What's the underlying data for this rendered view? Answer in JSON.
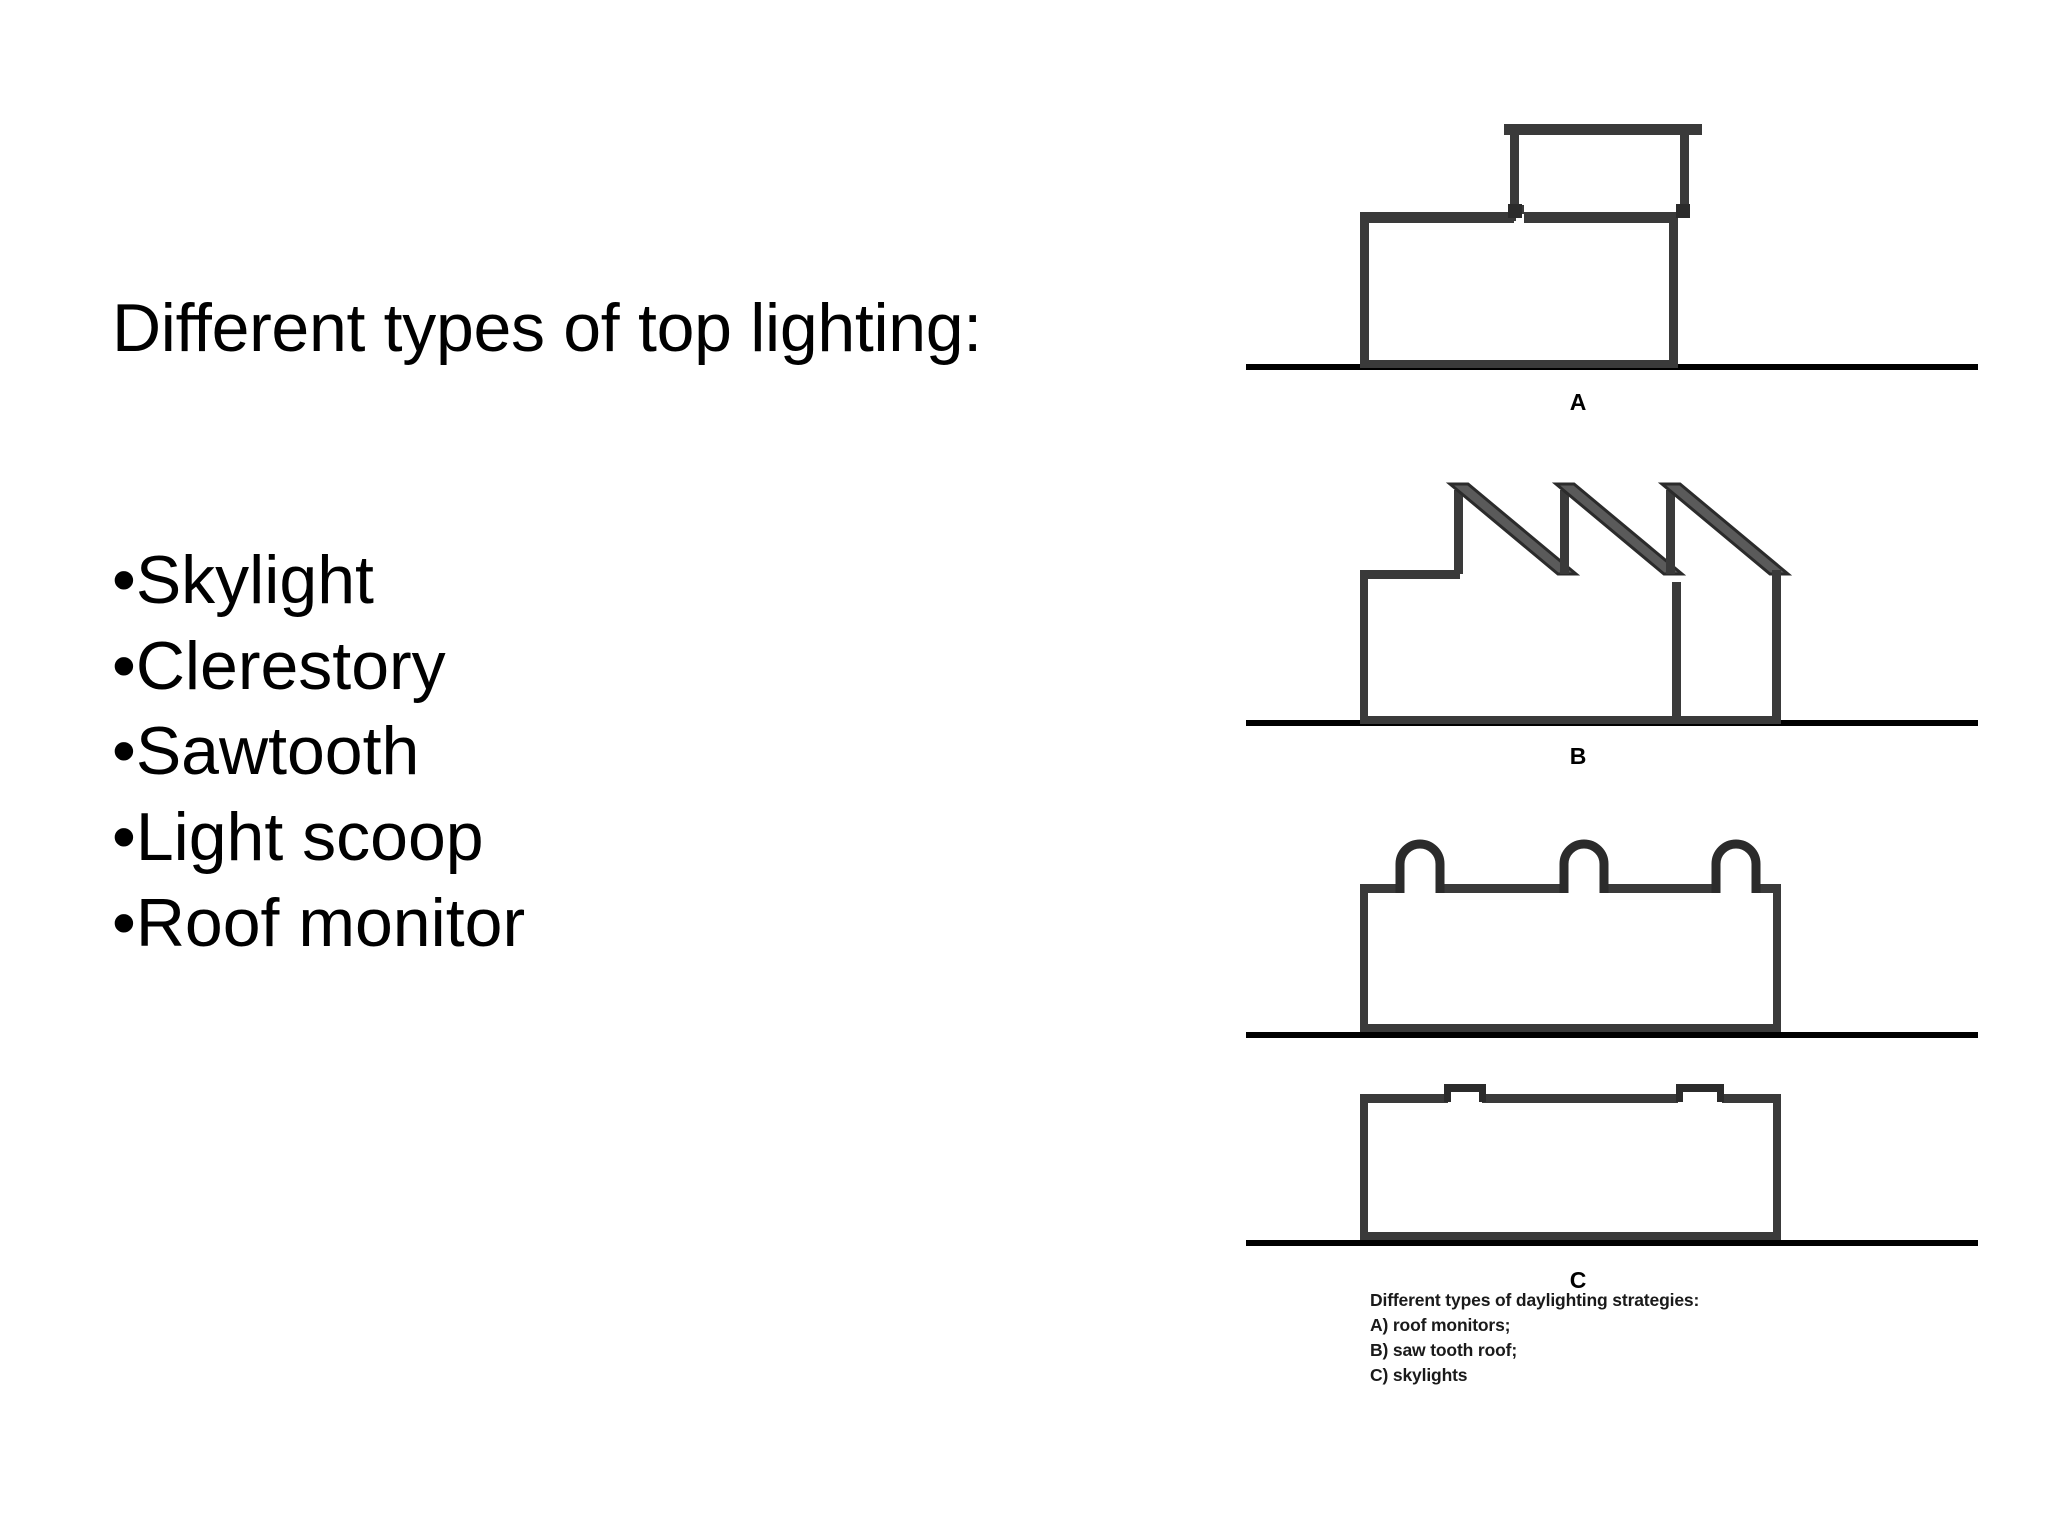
{
  "slide": {
    "title": "Different types of top lighting:",
    "bullet_char": "•",
    "bullets": [
      {
        "label": "Skylight"
      },
      {
        "label": "Clerestory"
      },
      {
        "label": "Sawtooth"
      },
      {
        "label": "Light scoop"
      },
      {
        "label": "Roof monitor"
      }
    ],
    "background_color": "#ffffff",
    "text_color": "#000000"
  },
  "figure": {
    "diagram_labels": {
      "a": "A",
      "b": "B",
      "c": "C"
    },
    "caption": {
      "heading": "Different types of daylighting strategies:",
      "lines": [
        "A) roof monitors;",
        "B) saw tooth roof;",
        "C) skylights"
      ]
    },
    "line_color": "#2b2b2b",
    "ground_color": "#000000",
    "diagrams": [
      {
        "id": "a",
        "name": "roof-monitor-section",
        "monitors": 1
      },
      {
        "id": "b",
        "name": "saw-tooth-roof-section",
        "teeth": 3
      },
      {
        "id": "c1",
        "name": "domed-skylight-section",
        "skylights": 3
      },
      {
        "id": "c2",
        "name": "flat-skylight-section",
        "skylights": 2
      }
    ]
  }
}
